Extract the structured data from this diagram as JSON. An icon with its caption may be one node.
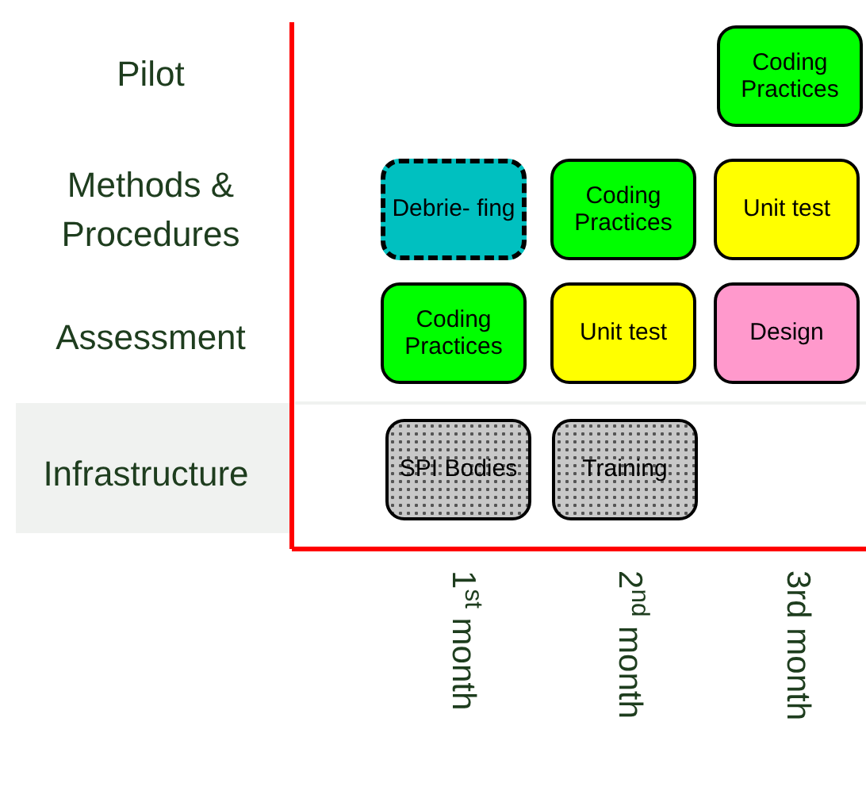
{
  "diagram": {
    "nodes": [
      {
        "text": [
          "Coding Practices"
        ]
      },
      {
        "text": [
          "Debrie- fing"
        ]
      },
      {
        "text": [
          "Coding Practices"
        ]
      },
      {
        "text": [
          "Unit test"
        ]
      },
      {
        "text": [
          "Coding Practices"
        ]
      },
      {
        "text": [
          "Unit test"
        ]
      },
      {
        "text": [
          "Design"
        ]
      },
      {
        "text": [
          "SPI Bodies"
        ]
      },
      {
        "text": [
          "Training"
        ]
      }
    ],
    "labels": [
      "Pilot",
      "Methods & Procedures",
      "Assessment",
      "Infrastructure",
      "1$^{st}$ month",
      "2$^{nd}$ month",
      "3rd month"
    ]
  }
}
